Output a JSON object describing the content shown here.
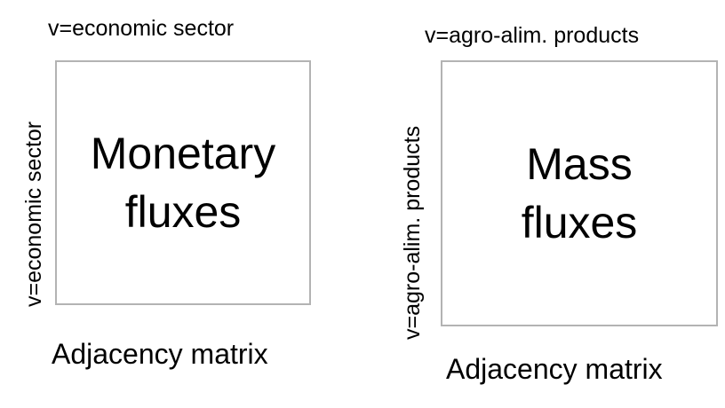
{
  "panels": [
    {
      "column_label": "v=economic sector",
      "row_label": "v=economic sector",
      "title_line1": "Monetary",
      "title_line2": "fluxes",
      "caption": "Adjacency matrix"
    },
    {
      "column_label": "v=agro-alim. products",
      "row_label": "v=agro-alim. products",
      "title_line1": "Mass",
      "title_line2": "fluxes",
      "caption": "Adjacency matrix"
    }
  ],
  "colors": {
    "box_border": "#b3b3b3",
    "text": "#000000",
    "background": "#ffffff"
  }
}
